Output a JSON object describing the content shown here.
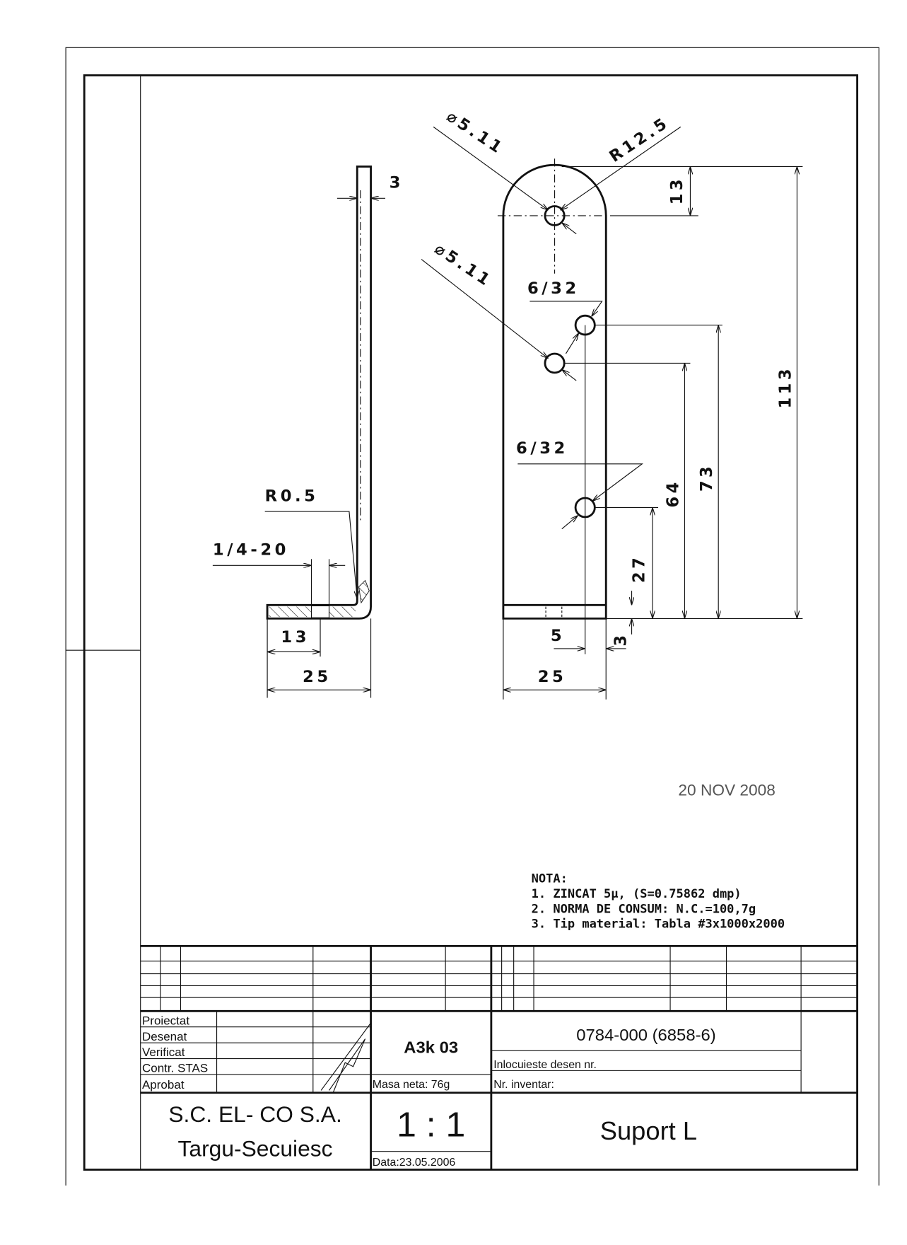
{
  "drawing": {
    "side_view": {
      "thickness": "3",
      "bend_radius": "R0.5",
      "thread": "1/4-20",
      "hole_pos": "13",
      "width": "25"
    },
    "front_view": {
      "hole_dia_1": "⌀5.11",
      "hole_dia_2": "⌀5.11",
      "top_radius": "R12.5",
      "top_offset": "13",
      "thread_1": "6/32",
      "thread_2": "6/32",
      "total_height": "113",
      "dim_73": "73",
      "dim_64": "64",
      "dim_27": "27",
      "base_thickness": "3",
      "hole_offset": "5",
      "width": "25"
    }
  },
  "stamp": {
    "date": "20 NOV 2008"
  },
  "notes": {
    "title": "NOTA:",
    "items": [
      "1. ZINCAT 5µ, (S=0.75862 dmp)",
      "2. NORMA DE CONSUM:  N.C.=100,7g",
      "3. Tip material: Tabla #3x1000x2000"
    ]
  },
  "title_block": {
    "roles": [
      "Proiectat",
      "Desenat",
      "Verificat",
      "Contr. STAS",
      "Aprobat"
    ],
    "format": "A3k  03",
    "mass": "Masa neta: 76g",
    "drawing_number": "0784-000 (6858-6)",
    "replaces": "Inlocuieste desen nr.",
    "inventory": "Nr. inventar:",
    "company": "S.C. EL- CO  S.A.",
    "city": "Targu-Secuiesc",
    "scale": "1 : 1",
    "date": "Data:23.05.2006",
    "part_name": "Suport L"
  }
}
